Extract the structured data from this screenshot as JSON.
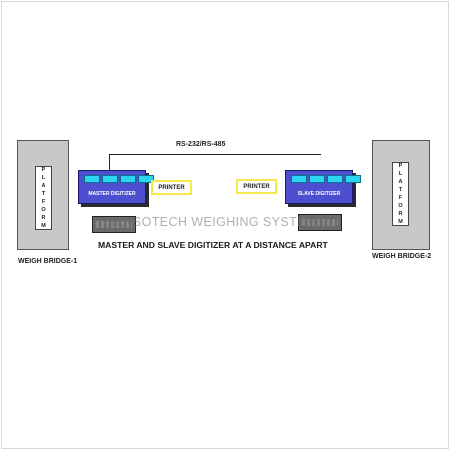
{
  "link_label": "RS-232/RS-485",
  "left": {
    "platform_label": "P\nL\nA\nT\nF\nO\nR\nM",
    "digitizer_label": "MASTER DIGITIZER",
    "printer_label": "PRINTER",
    "bridge_caption": "WEIGH BRIDGE-1"
  },
  "right": {
    "platform_label": "P\nL\nA\nT\nF\nO\nR\nM",
    "digitizer_label": "SLAVE DIGITIZER",
    "printer_label": "PRINTER",
    "bridge_caption": "WEIGH BRIDGE-2"
  },
  "title": "MASTER AND SLAVE DIGITIZER AT A DISTANCE APART",
  "watermark": "SENSOTECH WEIGHING SYSTEMS",
  "colors": {
    "digitizer": "#4b4fd0",
    "keys": "#29d5f0",
    "printer_border": "#f4e84a",
    "bridge": "#c8c8c8"
  }
}
